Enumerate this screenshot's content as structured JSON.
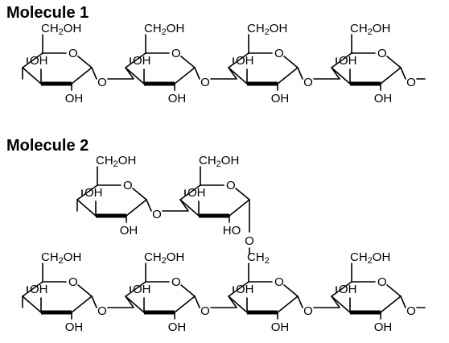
{
  "molecules": [
    {
      "title": "Molecule 1",
      "units": 4,
      "branched": false
    },
    {
      "title": "Molecule 2",
      "units": 6,
      "branched": true
    }
  ],
  "labels": {
    "ch2oh_main": "CH",
    "ch2oh_sub": "2",
    "ch2oh_tail": "OH",
    "ring_oxygen": "O",
    "hydroxyl_oh": "OH",
    "hydroxyl_ho": "HO",
    "bridge_oxygen": "O",
    "ch2_main": "CH",
    "ch2_sub": "2"
  }
}
